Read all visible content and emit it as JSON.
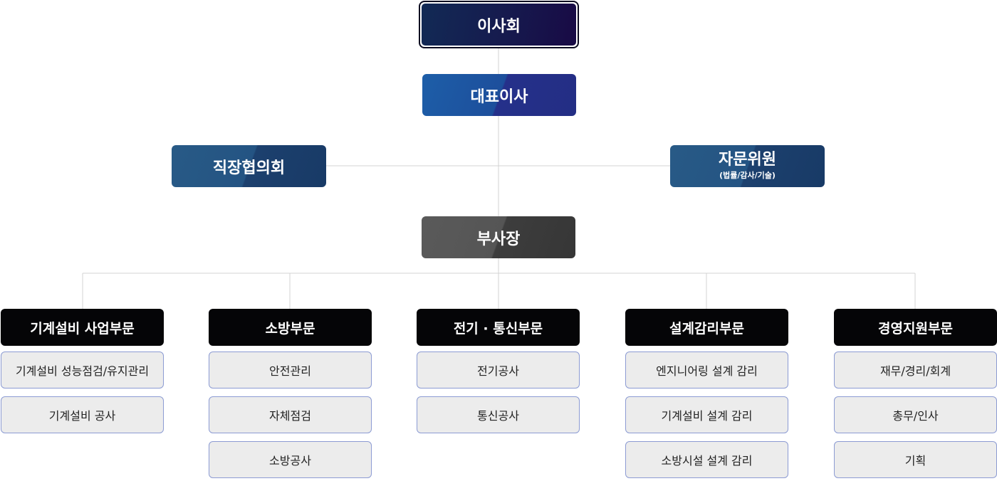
{
  "board": {
    "label": "이사회"
  },
  "ceo": {
    "label": "대표이사"
  },
  "labor_council": {
    "label": "직장협의회"
  },
  "advisory": {
    "label": "자문위원",
    "sub": "(법률/감사/기술)"
  },
  "vice_president": {
    "label": "부사장"
  },
  "departments": [
    {
      "label": "기계설비 사업부문",
      "items": [
        "기계설비 성능점검/유지관리",
        "기계설비 공사"
      ]
    },
    {
      "label": "소방부문",
      "items": [
        "안전관리",
        "자체점검",
        "소방공사"
      ]
    },
    {
      "label": "전기 · 통신부문",
      "items": [
        "전기공사",
        "통신공사"
      ]
    },
    {
      "label": "설계감리부문",
      "items": [
        "엔지니어링 설계 감리",
        "기계설비 설계 감리",
        "소방시설 설계 감리"
      ]
    },
    {
      "label": "경영지원부문",
      "items": [
        "재무/경리/회계",
        "총무/인사",
        "기획"
      ]
    }
  ],
  "colors": {
    "board": "#161a4e",
    "ceo": "#1d4f9c",
    "side": "#245483",
    "vice_president": "#4a4a4a",
    "department": "#050507",
    "item_bg": "#ececec",
    "item_border": "#8c9bd3",
    "connector": "#d3d3d3"
  }
}
